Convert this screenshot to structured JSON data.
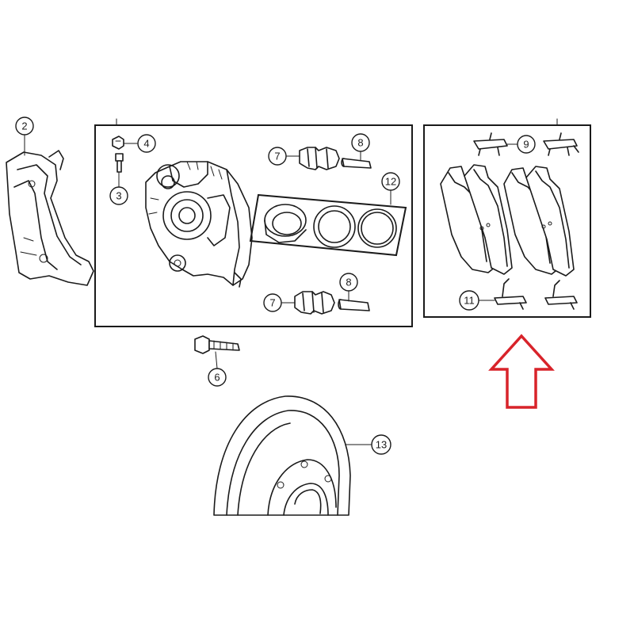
{
  "callouts": {
    "c2": "2",
    "c3": "3",
    "c4": "4",
    "c6": "6",
    "c7a": "7",
    "c7b": "7",
    "c8a": "8",
    "c8b": "8",
    "c9": "9",
    "c11": "11",
    "c12": "12",
    "c13": "13"
  },
  "colors": {
    "line": "#1a1a1a",
    "highlight_arrow": "#d8232a",
    "background": "#ffffff"
  }
}
